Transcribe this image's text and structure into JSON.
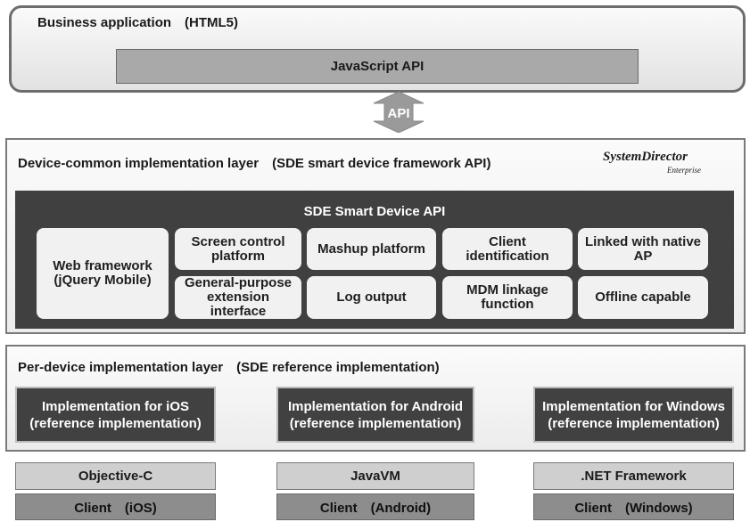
{
  "business": {
    "title": "Business application　(HTML5)",
    "js_api": "JavaScript API"
  },
  "api_arrow_label": "API",
  "common_layer": {
    "title": "Device-common implementation layer　(SDE smart device framework API)",
    "logo_main": "SystemDirector",
    "logo_sub": "Enterprise",
    "sde_title": "SDE Smart Device API",
    "web_framework": "Web framework\n(jQuery Mobile)",
    "screen_control": "Screen control\nplatform",
    "mashup": "Mashup platform",
    "client_id": "Client\nidentification",
    "linked_native": "Linked with native\nAP",
    "general_purpose": "General-purpose\nextension\ninterface",
    "log_output": "Log output",
    "mdm": "MDM linkage\nfunction",
    "offline": "Offline capable"
  },
  "per_device_layer": {
    "title": "Per-device implementation layer　(SDE reference implementation)",
    "ios": "Implementation for iOS\n(reference implementation)",
    "android": "Implementation for Android\n(reference implementation)",
    "windows": "Implementation for Windows\n(reference implementation)"
  },
  "runtimes": {
    "ios": "Objective-C",
    "android": "JavaVM",
    "windows": ".NET Framework"
  },
  "clients": {
    "ios": "Client　(iOS)",
    "android": "Client　(Android)",
    "windows": "Client　(Windows)"
  }
}
